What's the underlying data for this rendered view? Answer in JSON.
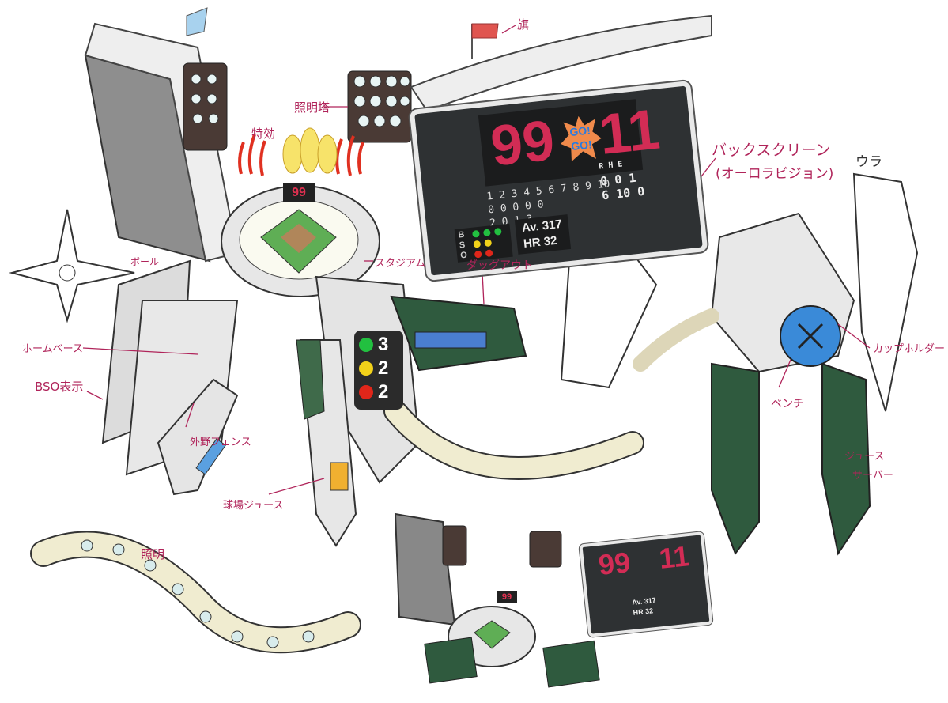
{
  "labels": {
    "flag": "旗",
    "light_tower": "照明塔",
    "special_effects": "特効",
    "backscreen": "バックスクリーン",
    "aurora_vision": "(オーロラビジョン)",
    "back_view": "ウラ",
    "ball": "ボール",
    "stadium": "スタジアム",
    "dugout": "ダッグアウト",
    "home_base": "ホームベース",
    "bso_display": "BSO表示",
    "outfield_fence": "外野フェンス",
    "stadium_juice": "球場ジュース",
    "lighting": "照明",
    "cup_holder": "カップホルダー",
    "bench": "ベンチ",
    "juice_server_1": "ジュース",
    "juice_server_2": "サーバー"
  },
  "scoreboard": {
    "left_number": "99",
    "right_number": "11",
    "go_text": "GO! GO!",
    "innings_header": "1 2 3 4 5 6 7 8 9 10",
    "top_row": "0 0 0 0 0",
    "bottom_row": "2 0 1 3",
    "rhe_header": "R H E",
    "rhe_top": "0 0 1",
    "rhe_bottom": "6 10 0",
    "bso_letters": "B S O",
    "average": "Av. 317",
    "home_runs": "HR 32"
  },
  "chest_bso": {
    "balls": "3",
    "strikes": "2",
    "outs": "2"
  },
  "stadium_display": "99",
  "colors": {
    "annotation": "#b0245a",
    "score_red": "#d22c55",
    "armor_green": "#2f5a3e",
    "ball_green": "#22c040",
    "strike_yellow": "#f2d21a",
    "out_red": "#e0261a"
  }
}
